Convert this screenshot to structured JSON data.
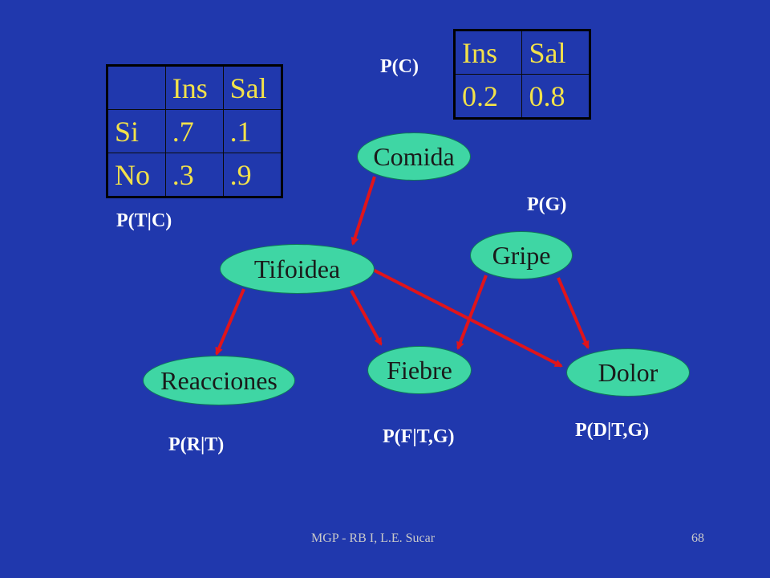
{
  "colors": {
    "background": "#2038ad",
    "node_fill": "#3fd6a4",
    "edge": "#e0141b",
    "table_text": "#f2e14a",
    "label_text": "#ffffff"
  },
  "table_tc": {
    "header": [
      "",
      "Ins",
      "Sal"
    ],
    "rows": [
      [
        "Si",
        ".7",
        ".1"
      ],
      [
        "No",
        ".3",
        ".9"
      ]
    ]
  },
  "table_c": {
    "header": [
      "Ins",
      "Sal"
    ],
    "rows": [
      [
        "0.2",
        "0.8"
      ]
    ]
  },
  "labels": {
    "p_c": "P(C)",
    "p_tc": "P(T|C)",
    "p_g": "P(G)",
    "p_rt": "P(R|T)",
    "p_ftg": "P(F|T,G)",
    "p_dtg": "P(D|T,G)"
  },
  "nodes": {
    "comida": "Comida",
    "tifoidea": "Tifoidea",
    "gripe": "Gripe",
    "reacciones": "Reacciones",
    "fiebre": "Fiebre",
    "dolor": "Dolor"
  },
  "footer": {
    "credit": "MGP - RB I, L.E. Sucar",
    "page": "68"
  }
}
